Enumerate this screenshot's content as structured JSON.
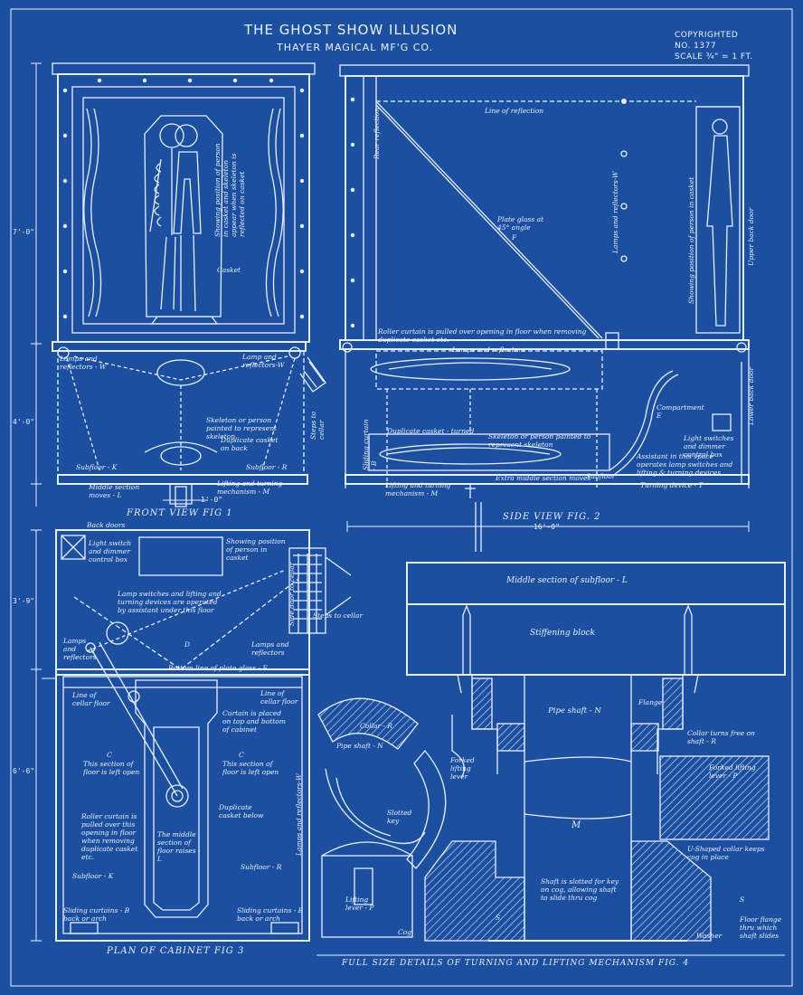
{
  "header": {
    "title": "THE GHOST SHOW ILLUSION",
    "company": "THAYER MAGICAL MF'G CO.",
    "copyright": "COPYRIGHTED",
    "number": "NO. 1377",
    "scale": "SCALE ¾\" = 1 FT."
  },
  "figures": {
    "front_view": "FRONT VIEW  FIG 1",
    "side_view": "SIDE VIEW  FIG. 2",
    "plan": "PLAN OF CABINET     FIG 3",
    "details": "FULL SIZE DETAILS OF TURNING AND LIFTING MECHANISM    FIG. 4"
  },
  "dimensions": {
    "front_height_upper": "7'-0\"",
    "front_height_lower": "4'-0\"",
    "front_width": "1'-0\"",
    "side_length": "16'-0\"",
    "plan_upper": "3'-9\"",
    "plan_lower": "6'-6\""
  },
  "labels": {
    "front_showing": "Showing position of person in casket and skeleton appear when skeleton is reflected on casket",
    "front_casket": "Casket",
    "front_lamps": "Lamps and reflectors - W",
    "front_lamps_right": "Lamp and reflectors-W",
    "front_duplicate": "Duplicate casket on back",
    "front_skeleton": "Skeleton or person painted to represent skeleton",
    "front_subfloor_k": "Subfloor - K",
    "front_subfloor_r": "Subfloor - R",
    "front_middle": "Middle section moves - L",
    "front_lifting": "Lifting and turning mechanism - M",
    "front_steps": "Steps to cellar",
    "side_line": "Line of reflection",
    "side_rear_reflection": "Rear reflection",
    "side_plate_glass": "Plate glass at 45° angle",
    "side_lamps_reflectors": "Lamps and reflectors-W",
    "side_f": "F",
    "side_showing_person": "Showing position of person in casket",
    "side_upper_back_door": "Upper back door",
    "side_roller": "Roller curtain is pulled over opening in floor when removing duplicate casket etc.",
    "side_lamps": "Lamps and reflectors",
    "side_duplicate": "Duplicate casket - turned",
    "side_skeleton": "Skeleton or person painted to represent skeleton",
    "side_lower_back_door": "Lower back door",
    "side_compartment": "Compartment E",
    "side_light_switches": "Light switches and dimmer control box",
    "side_assistant": "Assistant in this space operates lamp switches and lifting & turning devices",
    "side_turning": "Turning device - T",
    "side_middle": "Extra middle section moves",
    "side_lifting": "Lifting and turning mechanism - M",
    "side_subfloor": "Subfloor",
    "side_sliding": "Sliding curtain - B",
    "plan_back_doors": "Back doors",
    "plan_light_switch": "Light switch and dimmer control box",
    "plan_showing": "Showing position of person in casket",
    "plan_lamp_switches": "Lamp switches and lifting and turning devices are operated by assistant under this floor",
    "plan_lamps_left": "Lamps and reflectors",
    "plan_lamps_right": "Lamps and reflectors",
    "plan_steps": "Steps to cellar",
    "plan_side_door": "Side door to cellar",
    "plan_bottom_line": "Bottom line of plate glass - F",
    "plan_line_floor": "Line of cellar floor",
    "plan_line_glass": "Line of cellar floor",
    "plan_curtain": "Curtain is placed on top and bottom of cabinet",
    "plan_this_section_left": "This section of floor is left open",
    "plan_this_section_right": "This section of floor is left open",
    "plan_c_left": "C",
    "plan_c_right": "C",
    "plan_d": "D",
    "plan_roller": "Roller curtain is pulled over this opening in floor when removing duplicate casket etc.",
    "plan_middle": "The middle section of floor raises - L",
    "plan_duplicate": "Duplicate casket below",
    "plan_subfloor_k": "Subfloor - K",
    "plan_subfloor_r": "Subfloor - R",
    "plan_sliding_left": "Sliding curtains - B back or arch",
    "plan_sliding_right": "Sliding curtains - B back or arch",
    "plan_lamps_w": "Lamps and reflectors-W",
    "det_middle": "Middle section of subfloor - L",
    "det_stiffening": "Stiffening block",
    "det_pipe_shaft": "Pipe shaft - N",
    "det_flange": "Flange",
    "det_collar": "Collar - R",
    "det_collar_free": "Collar turns free on shaft - R",
    "det_pipe_shaft_n": "Pipe shaft - N",
    "det_forked": "Forked lifting lever",
    "det_forked_p": "Forked lifting lever - P",
    "det_slotted": "Slotted key",
    "det_m": "M",
    "det_u": "U-Shaped collar keeps cog in place",
    "det_shaft": "Shaft is slotted for key on cog, allowing shaft to slide thru cog",
    "det_lifting": "Lifting lever - P",
    "det_cog": "Cog",
    "det_s": "S",
    "det_s2": "S",
    "det_washer": "Washer",
    "det_floor": "Floor flange thru which shaft slides"
  }
}
